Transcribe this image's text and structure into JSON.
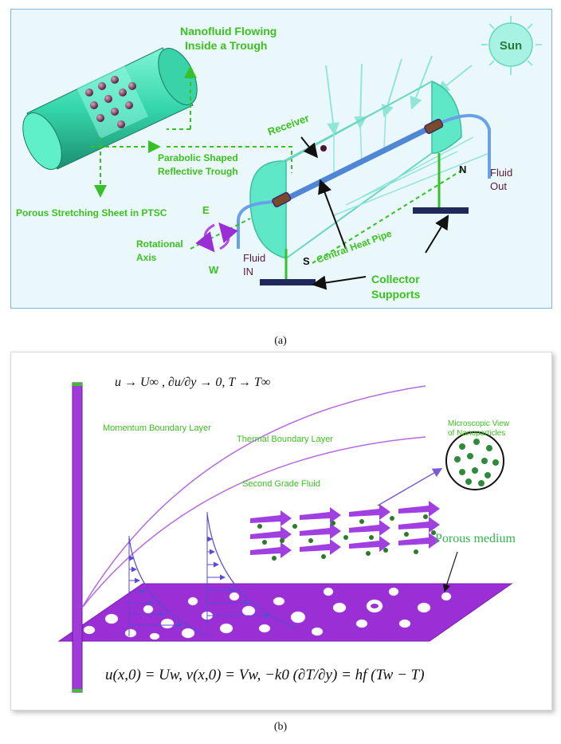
{
  "panel_a": {
    "caption": "(a)",
    "labels": {
      "nanofluid_title_1": "Nanofluid Flowing",
      "nanofluid_title_2": "Inside a Trough",
      "sun": "Sun",
      "receiver": "Receiver",
      "parabolic_1": "Parabolic Shaped",
      "parabolic_2": "Reflective Trough",
      "porous_sheet": "Porous Stretching Sheet in PTSC",
      "fluid_out_1": "Fluid",
      "fluid_out_2": "Out",
      "fluid_in_1": "Fluid",
      "fluid_in_2": "IN",
      "rotational_1": "Rotational",
      "rotational_2": "Axis",
      "east": "E",
      "west": "W",
      "north": "N",
      "south": "S",
      "central_heat_pipe": "Central Heat Pipe",
      "collector_1": "Collector",
      "collector_2": "Supports"
    }
  },
  "panel_b": {
    "caption": "(b)",
    "labels": {
      "momentum": "Momentum Boundary Layer",
      "thermal": "Thermal Boundary Layer",
      "second_grade": "Second Grade Fluid",
      "microscopic_1": "Microscopic View",
      "microscopic_2": "of Nanoparticles",
      "porous_medium": "Porous medium"
    },
    "equations": {
      "top": "u → U∞ , ∂u/∂y → 0, T → T∞",
      "bottom": "u(x,0) = Uw, v(x,0) = Vw, −k0 (∂T/∂y) = hf (Tw − T)"
    }
  },
  "colors": {
    "green_label": "#3cc21f",
    "purple": "#9b2fd6",
    "cyan": "#5fe8c8",
    "blue_pipe": "#4f86d6",
    "navy": "#1f2a5a"
  }
}
